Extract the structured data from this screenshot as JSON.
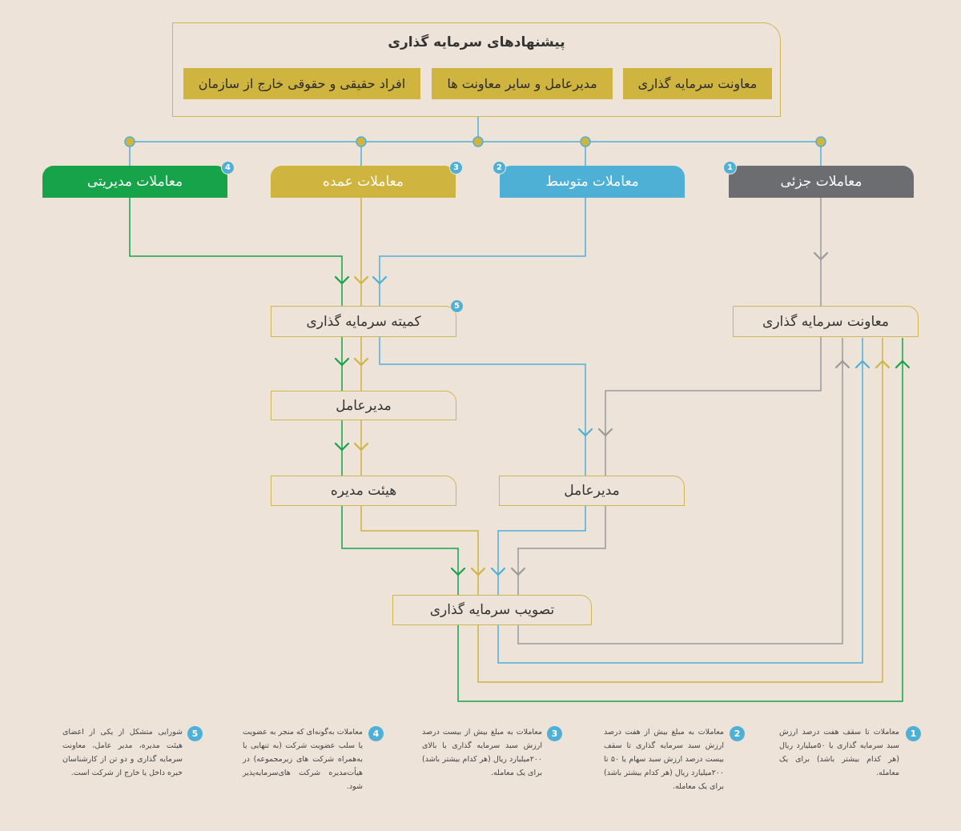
{
  "header": {
    "title": "پیشنهادهای سرمایه گذاری",
    "proposals": [
      "معاونت سرمایه گذاری",
      "مدیرعامل و سایر معاونت ها",
      "افراد حقیقی و حقوقی خارج از سازمان"
    ]
  },
  "categories": [
    {
      "label": "معاملات جزئی",
      "num": "1",
      "color": "#6c6d70"
    },
    {
      "label": "معاملات متوسط",
      "num": "2",
      "color": "#4fb0d6"
    },
    {
      "label": "معاملات عمده",
      "num": "3",
      "color": "#cfb43f"
    },
    {
      "label": "معاملات مدیریتی",
      "num": "4",
      "color": "#16a34a"
    }
  ],
  "nodes": {
    "committee": "کمیته سرمایه گذاری",
    "committee_num": "5",
    "ceo_left": "مدیرعامل",
    "board": "هیئت مدیره",
    "investment_deputy": "معاونت سرمایه گذاری",
    "ceo_right": "مدیرعامل",
    "approval": "تصویب سرمایه گذاری"
  },
  "notes": [
    {
      "num": "1",
      "text": "معاملات تا سقف هفت درصد ارزش سبد سرمایه گذاری یا ۵۰میلیارد ریال (هر کدام بیشتر باشد) برای یک معامله."
    },
    {
      "num": "2",
      "text": "معاملات به مبلغ بیش از هفت درصد ارزش سبد سرمایه گذاری تا سقف بیست درصد ارزش سبد سهام یا ۵۰ تا ۲۰۰میلیارد ریال (هر کدام بیشتر باشد) برای یک معامله."
    },
    {
      "num": "3",
      "text": "معاملات به مبلغ بیش از بیست درصد ارزش سبد سرمایه گذاری یا بالای ۲۰۰میلیارد ریال (هر کدام بیشتر باشد) برای یک معامله."
    },
    {
      "num": "4",
      "text": "معاملات به‌گونه‌ای که منجر به عضویت یا سلب عضویت شرکت (به تنهایی یا به‌همراه شرکت های زیرمجموعه) در هیأت‌مدیره شرکت های‌سرمایه‌پذیر شود."
    },
    {
      "num": "5",
      "text": "شورایی متشکل از یکی از اعضای هیئت مدیره، مدیر عامل، معاونت سرمایه گذاری و دو تن از کارشناسان خبره داخل یا خارج از شرکت است."
    }
  ],
  "colors": {
    "background": "#ede3d9",
    "gold": "#cfb43f",
    "blue": "#4fb0d6",
    "gray": "#6c6d70",
    "green": "#16a34a"
  }
}
